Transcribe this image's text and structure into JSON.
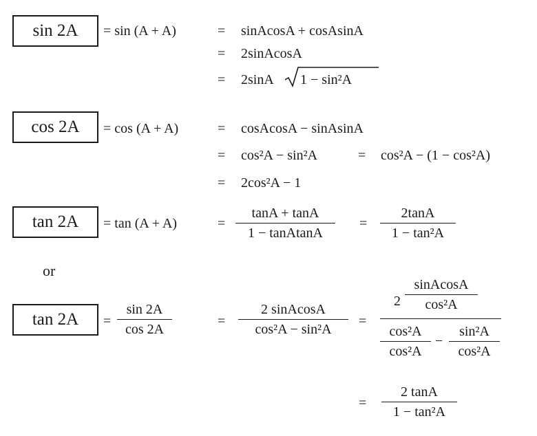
{
  "sin2a": {
    "label": "sin 2A",
    "def": "= sin (A + A)",
    "eq1": "=",
    "line1": "sinAcosA + cosAsinA",
    "eq2": "=",
    "line2": "2sinAcosA",
    "eq3": "=",
    "line3_pre": "2sinA",
    "line3_rad": "1 − sin²A"
  },
  "cos2a": {
    "label": "cos 2A",
    "def": "= cos (A + A)",
    "eq1": "=",
    "line1": "cosAcosA − sinAsinA",
    "eq2": "=",
    "line2a": "cos²A − sin²A",
    "eq2b": "=",
    "line2b": "cos²A − (1 − cos²A)",
    "eq3": "=",
    "line3": "2cos²A − 1"
  },
  "tan2a": {
    "label": "tan 2A",
    "def": "= tan (A + A)",
    "eq1": "=",
    "frac1_num": "tanA + tanA",
    "frac1_den": "1 − tanAtanA",
    "eq2": "=",
    "frac2_num": "2tanA",
    "frac2_den": "1 − tan²A"
  },
  "or_text": "or",
  "tan2a_alt": {
    "label": "tan 2A",
    "eq0": "=",
    "frac0_num": "sin 2A",
    "frac0_den": "cos 2A",
    "eq1": "=",
    "frac1_num": "2 sinAcosA",
    "frac1_den": "cos²A − sin²A",
    "eq2": "=",
    "coef": "2",
    "big_top_num": "sinAcosA",
    "big_top_den": "cos²A",
    "big_bot_l_num": "cos²A",
    "big_bot_l_den": "cos²A",
    "minus": "−",
    "big_bot_r_num": "sin²A",
    "big_bot_r_den": "cos²A",
    "eq3": "=",
    "frac3_num": "2 tanA",
    "frac3_den": "1 − tan²A"
  }
}
